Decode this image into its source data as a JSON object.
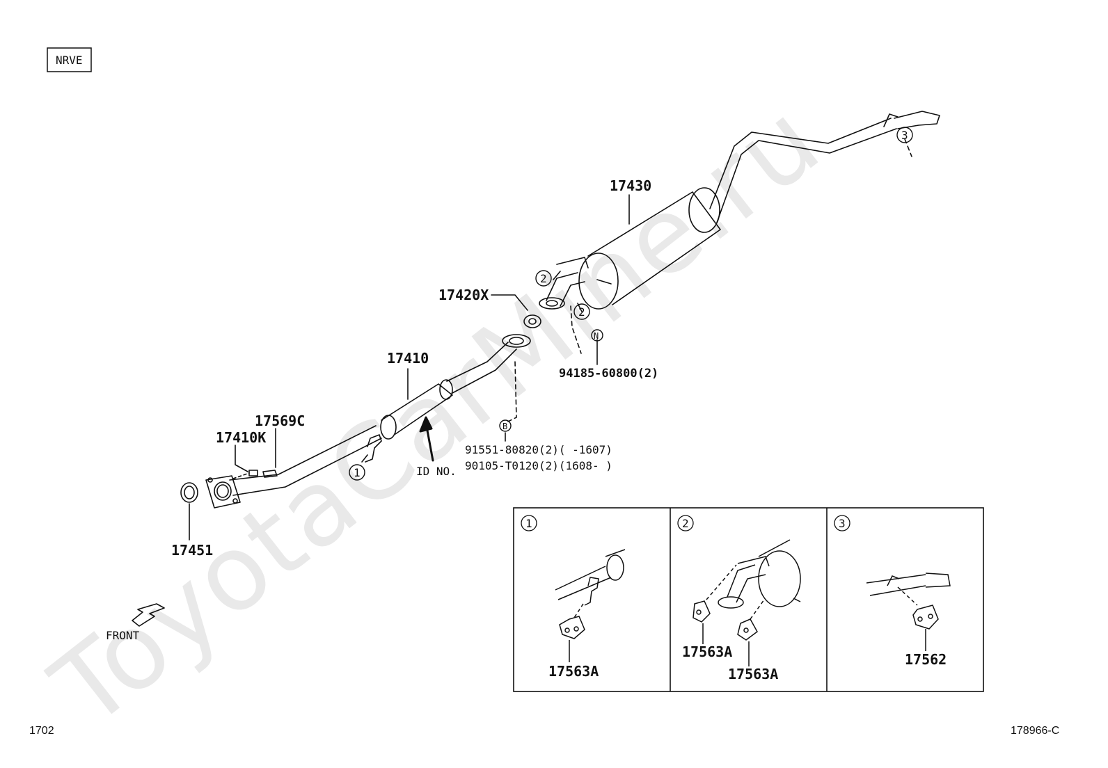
{
  "header": {
    "model_code": "NRVE"
  },
  "watermark": "ToyotaCarMine.ru",
  "parts": {
    "p17430": "17430",
    "p17420x": "17420X",
    "p17410": "17410",
    "p17569c": "17569C",
    "p17410k": "17410K",
    "p17451": "17451",
    "p94185": "94185-60800(2)",
    "p91551": "91551-80820(2)(      -1607)",
    "p90105": "90105-T0120(2)(1608-      )"
  },
  "markers": {
    "n": "N",
    "b": "B",
    "c1": "1",
    "c2": "2",
    "c3": "3"
  },
  "annotations": {
    "id_no": "ID NO.",
    "front": "FRONT"
  },
  "details": [
    {
      "num": "1",
      "parts": [
        "17563A"
      ]
    },
    {
      "num": "2",
      "parts": [
        "17563A",
        "17563A"
      ]
    },
    {
      "num": "3",
      "parts": [
        "17562"
      ]
    }
  ],
  "footer": {
    "left": "1702",
    "right": "178966-C"
  },
  "colors": {
    "line": "#111111",
    "background": "#ffffff",
    "watermark": "#e9e9e9"
  }
}
